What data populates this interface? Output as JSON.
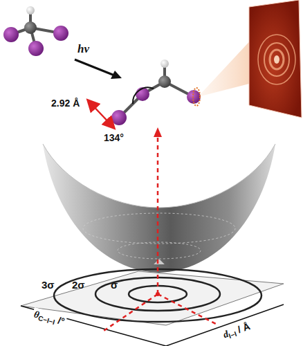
{
  "diagram": {
    "labels": [
      "hν",
      "2.92 Å",
      "134°",
      "3σ",
      "2σ",
      "σ",
      "θ",
      "C−I−I",
      " /°",
      "d",
      "I−I",
      " / Å"
    ]
  }
}
